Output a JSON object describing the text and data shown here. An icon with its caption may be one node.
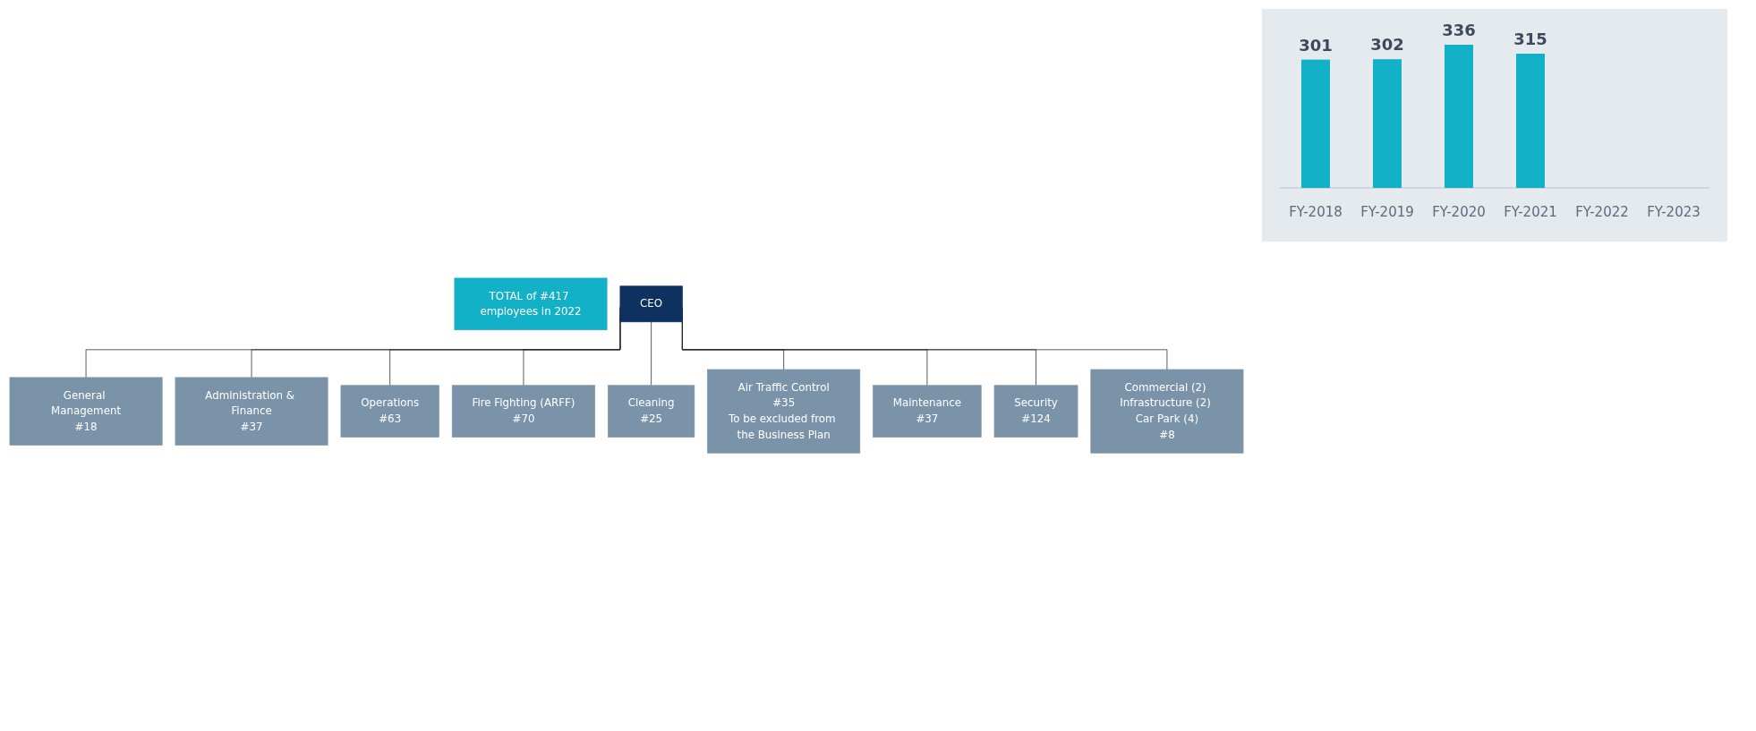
{
  "diagram": {
    "nodes": [
      {
        "text": [
          "CEO"
        ]
      },
      {
        "text": [
          "General Management",
          "#18"
        ]
      },
      {
        "text": [
          "Administration & Finance",
          "#37"
        ]
      },
      {
        "text": [
          "Operations",
          "#63"
        ]
      },
      {
        "text": [
          "Fire Fighting (ARFF)",
          "#70"
        ]
      },
      {
        "text": [
          "Cleaning",
          "#25"
        ]
      },
      {
        "text": [
          "Air Traffic Control",
          "#35",
          "To be excluded from the Business Plan"
        ]
      },
      {
        "text": [
          "Maintenance",
          "#37"
        ]
      },
      {
        "text": [
          "Security",
          "#124"
        ]
      },
      {
        "text": [
          "Commercial (2) Infrastructure (2) Car Park (4)",
          "#8"
        ]
      },
      {
        "text": [
          "TOTAL of #417 employees in 2022"
        ]
      }
    ],
    "edges": [
      {
        "from": 0,
        "to": 1,
        "arrow": "none"
      },
      {
        "from": 0,
        "to": 2,
        "arrow": "none"
      },
      {
        "from": 0,
        "to": 3,
        "arrow": "none"
      },
      {
        "from": 0,
        "to": 4,
        "arrow": "none"
      },
      {
        "from": 0,
        "to": 5,
        "arrow": "none"
      },
      {
        "from": 0,
        "to": 6,
        "arrow": "none"
      },
      {
        "from": 0,
        "to": 7,
        "arrow": "none"
      },
      {
        "from": 0,
        "to": 8,
        "arrow": "none"
      },
      {
        "from": 0,
        "to": 9,
        "arrow": "none"
      }
    ],
    "chart_data": {
      "type": "bar",
      "categories": [
        "FY-2018",
        "FY-2019",
        "FY-2020",
        "FY-2021",
        "FY-2022",
        "FY-2023"
      ],
      "series": [
        {
          "color": "#13b1c8",
          "values": [
            301,
            302,
            336,
            315,
            null,
            null
          ]
        }
      ],
      "data_labels": true
    }
  }
}
